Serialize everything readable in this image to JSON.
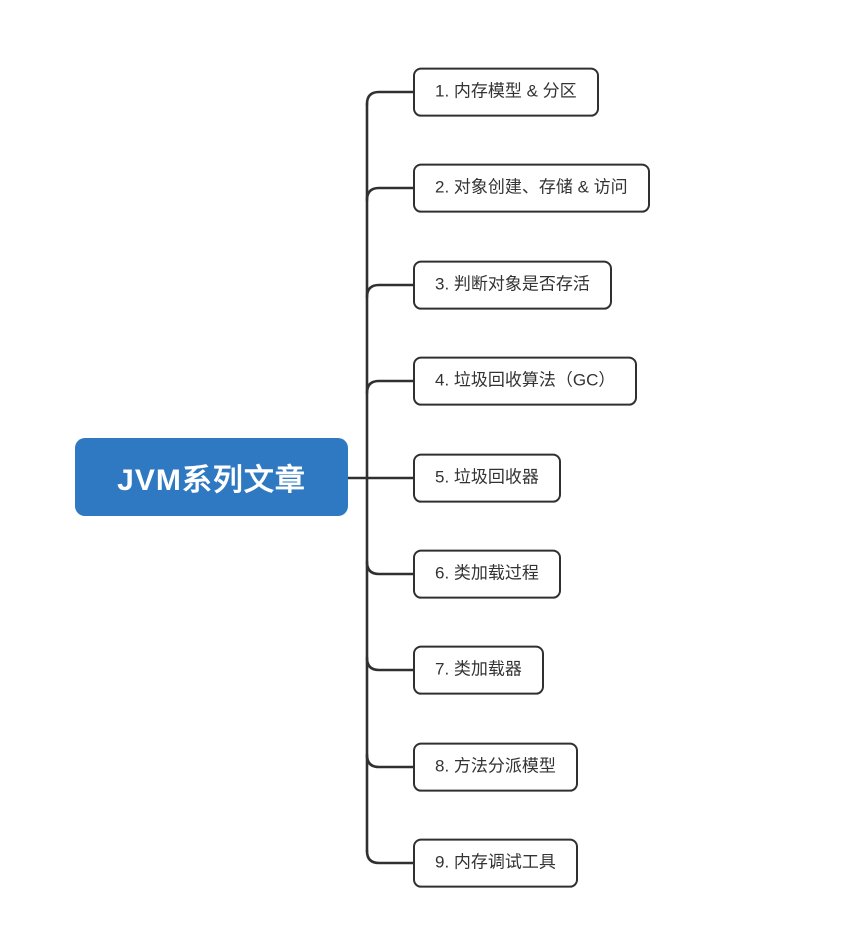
{
  "root": {
    "label": "JVM系列文章"
  },
  "nodes": [
    {
      "label": "1. 内存模型 & 分区"
    },
    {
      "label": "2. 对象创建、存储 & 访问"
    },
    {
      "label": "3. 判断对象是否存活"
    },
    {
      "label": "4. 垃圾回收算法（GC）"
    },
    {
      "label": "5. 垃圾回收器"
    },
    {
      "label": "6. 类加载过程"
    },
    {
      "label": "7. 类加载器"
    },
    {
      "label": "8. 方法分派模型"
    },
    {
      "label": "9. 内存调试工具"
    }
  ],
  "colors": {
    "background": "#FFFFFF",
    "root_fill": "#2F79C2",
    "root_text": "#FFFFFF",
    "node_fill": "#FFFFFF",
    "node_border": "#303030",
    "node_text": "#333333",
    "connector": "#303030"
  }
}
